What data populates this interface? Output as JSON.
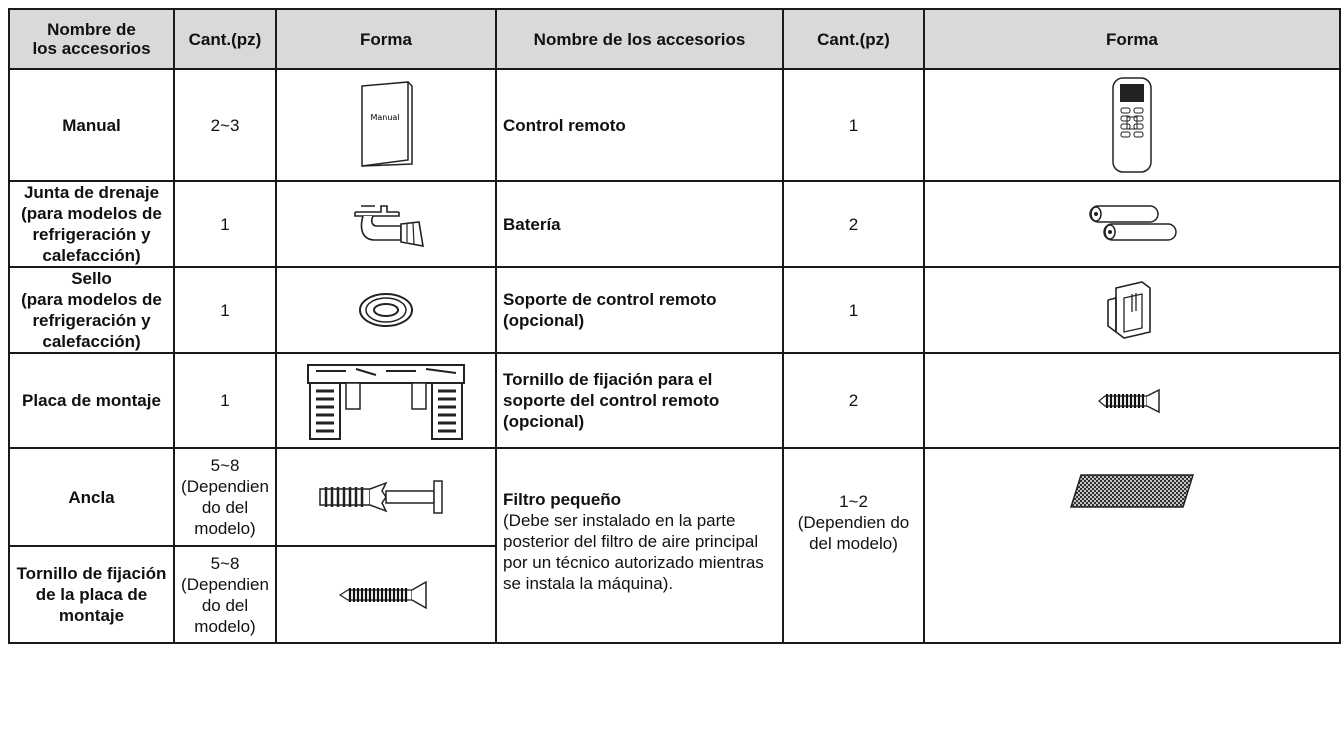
{
  "headers": {
    "col1": "Nombre de\nlos accesorios",
    "col2": "Cant.(pz)",
    "col3": "Forma",
    "col4": "Nombre de los accesorios",
    "col5": "Cant.(pz)",
    "col6": "Forma"
  },
  "left": [
    {
      "name": "Manual",
      "qty": "2~3",
      "icon": "manual-booklet-icon",
      "icon_text": "Manual"
    },
    {
      "name": "Junta de drenaje (para modelos de refrigeración y calefacción)",
      "qty": "1",
      "icon": "drain-joint-icon"
    },
    {
      "name": "Sello\n(para modelos de refrigeración y calefacción)",
      "qty": "1",
      "icon": "seal-ring-icon"
    },
    {
      "name": "Placa de montaje",
      "qty": "1",
      "icon": "mounting-plate-icon"
    },
    {
      "name": "Ancla",
      "qty": "5~8\n(Dependien do del modelo)",
      "icon": "anchor-icon"
    },
    {
      "name": "Tornillo de fijación de la placa de montaje",
      "qty": "5~8\n(Dependien do del modelo)",
      "icon": "screw-icon"
    }
  ],
  "right": [
    {
      "name": "Control remoto",
      "qty": "1",
      "icon": "remote-control-icon"
    },
    {
      "name": "Batería",
      "qty": "2",
      "icon": "battery-icon"
    },
    {
      "name": "Soporte de control remoto (opcional)",
      "qty": "1",
      "icon": "remote-holder-icon"
    },
    {
      "name": "Tornillo de fijación para el soporte del control remoto (opcional)",
      "qty": "2",
      "icon": "small-screw-icon"
    },
    {
      "name": "Filtro pequeño",
      "name_note": "(Debe ser instalado en la parte posterior del filtro de aire principal por un técnico autorizado mientras se instala la máquina).",
      "qty": "1~2\n(Dependien do del modelo)",
      "icon": "small-filter-icon"
    }
  ]
}
